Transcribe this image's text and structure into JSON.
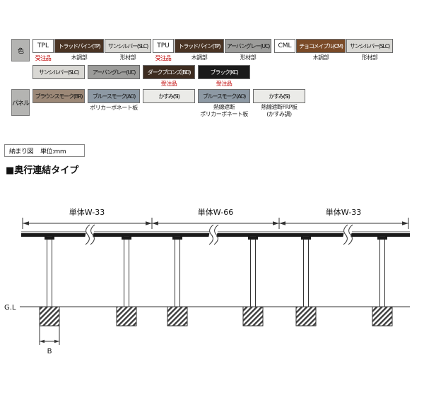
{
  "palette": {
    "trad_pine": "#4a3424",
    "sun_silver": "#d9d8d4",
    "urban_gray": "#9c9c9a",
    "choco_maple": "#7a4a27",
    "dark_bronze": "#3d2c20",
    "black": "#1a1a1a",
    "brown_smoke": "#9c8877",
    "blue_smoke": "#8d99a4",
    "kasumi": "#ebebe8",
    "order_note_red": "#cc0000"
  },
  "color_table": {
    "color_row_label": "色",
    "panel_row_label": "パネル",
    "row1": {
      "groups": [
        {
          "code": "TPL",
          "note": "受注品",
          "sw1": "トラッドパイン(TP)",
          "cap1": "木調部",
          "sw2": "サンシルバー(SLC)",
          "cap2": "形材部"
        },
        {
          "code": "TPU",
          "note": "受注品",
          "sw1": "トラッドパイン(TP)",
          "cap1": "木調部",
          "sw2": "アーバングレー(UC)",
          "cap2": "形材部"
        },
        {
          "code": "CML",
          "note": "",
          "sw1": "チョコメイプル(CM)",
          "cap1": "木調部",
          "sw2": "サンシルバー(SLC)",
          "cap2": "形材部"
        }
      ]
    },
    "row2": {
      "swatches": [
        {
          "label": "サンシルバー(SLC)",
          "note": ""
        },
        {
          "label": "アーバングレー(UC)",
          "note": ""
        },
        {
          "label": "ダークブロンズ(BD)",
          "note": "受注品"
        },
        {
          "label": "ブラック(KC)",
          "note": "受注品"
        }
      ]
    },
    "row3": {
      "swatches": [
        {
          "label": "ブラウンスモーク(BR)"
        },
        {
          "label": "ブルースモーク(AO)"
        },
        {
          "label": "かすみ(SI)"
        },
        {
          "label": "ブルースモーク(AO)"
        },
        {
          "label": "かすみ(SI)"
        }
      ],
      "caption_poly": "ポリカーボネート板",
      "caption_heat_poly_1": "熱線遮断",
      "caption_heat_poly_2": "ポリカーボネート板",
      "caption_heat_frp_1": "熱線遮断FRP板",
      "caption_heat_frp_2": "(かすみ調)"
    }
  },
  "note_box": {
    "title": "納まり図",
    "unit": "単位:mm"
  },
  "section": {
    "title": "■奥行連結タイプ"
  },
  "diagram": {
    "spans": [
      "単体W-33",
      "単体W-66",
      "単体W-33"
    ],
    "ground_label": "G.L",
    "b_label": "B"
  }
}
